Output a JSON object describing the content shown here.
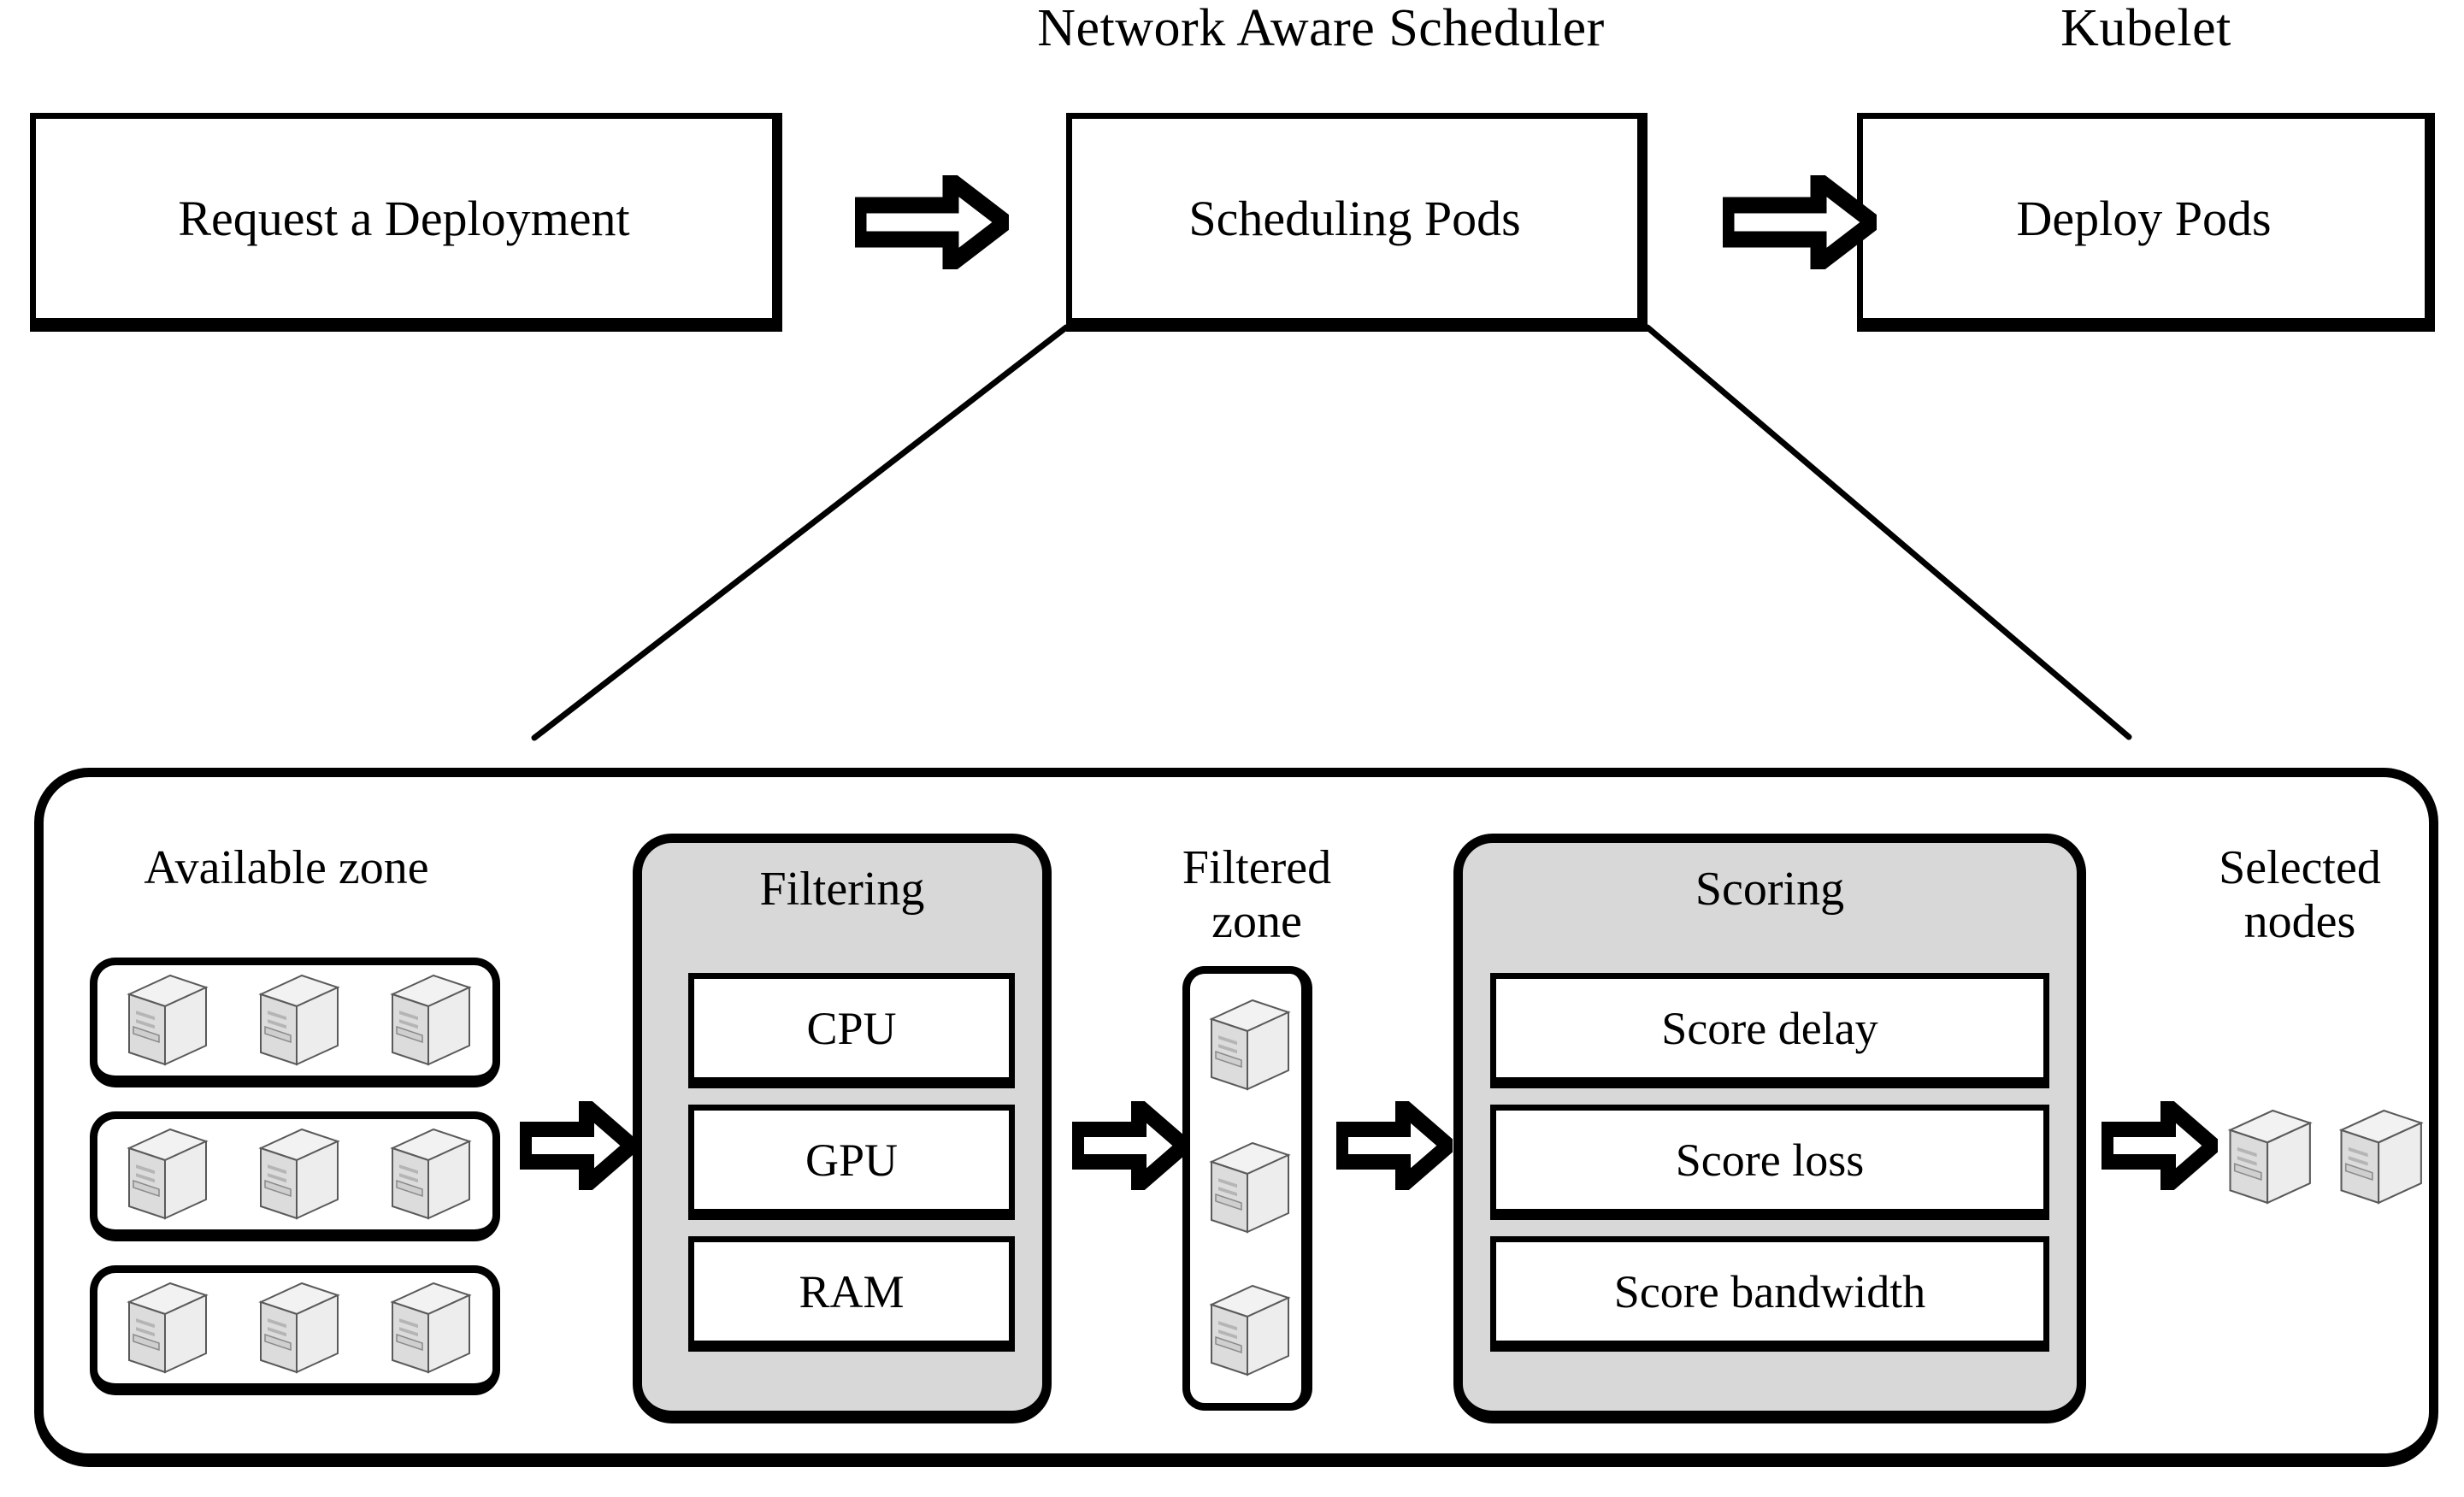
{
  "diagram": {
    "title": "Network Aware Scheduler pod scheduling pipeline",
    "colors": {
      "stroke": "#000000",
      "panel_fill": "#d8d8d8",
      "box_fill": "#ffffff",
      "page_background": "#ffffff",
      "server_body": "#e8e8e8",
      "server_side": "#c9c9c9",
      "server_top": "#f2f2f2"
    }
  },
  "top_flow": {
    "group_labels": [
      {
        "text": "Network Aware Scheduler"
      },
      {
        "text": "Kubelet"
      }
    ],
    "boxes": [
      {
        "label": "Request a Deployment"
      },
      {
        "label": "Scheduling Pods"
      },
      {
        "label": "Deploy Pods"
      }
    ],
    "arrows": [
      {
        "name": "arrow-request-to-scheduling",
        "direction": "right"
      },
      {
        "name": "arrow-scheduling-to-kubelet",
        "direction": "right"
      }
    ]
  },
  "scheduler_detail": {
    "available_zone": {
      "caption": "Available zone",
      "rows": [
        {
          "nodes": 3
        },
        {
          "nodes": 3
        },
        {
          "nodes": 3
        }
      ]
    },
    "filtering": {
      "title": "Filtering",
      "items": [
        {
          "label": "CPU"
        },
        {
          "label": "GPU"
        },
        {
          "label": "RAM"
        }
      ]
    },
    "filtered_zone": {
      "caption": "Filtered\nzone",
      "nodes": 3
    },
    "scoring": {
      "title": "Scoring",
      "items": [
        {
          "label": "Score delay"
        },
        {
          "label": "Score loss"
        },
        {
          "label": "Score bandwidth"
        }
      ]
    },
    "selected_nodes": {
      "caption": "Selected\nnodes",
      "nodes": 2
    },
    "arrows": [
      {
        "name": "arrow-available-to-filtering",
        "direction": "right"
      },
      {
        "name": "arrow-filtering-to-filtered",
        "direction": "right"
      },
      {
        "name": "arrow-filtered-to-scoring",
        "direction": "right"
      },
      {
        "name": "arrow-scoring-to-selected",
        "direction": "right"
      }
    ]
  },
  "connectors": [
    {
      "name": "connector-scheduling-left",
      "from": "scheduling-pods-box-bottom-left",
      "to": "scheduler-detail-top-left"
    },
    {
      "name": "connector-scheduling-right",
      "from": "scheduling-pods-box-bottom-right",
      "to": "scheduler-detail-top-right"
    }
  ]
}
